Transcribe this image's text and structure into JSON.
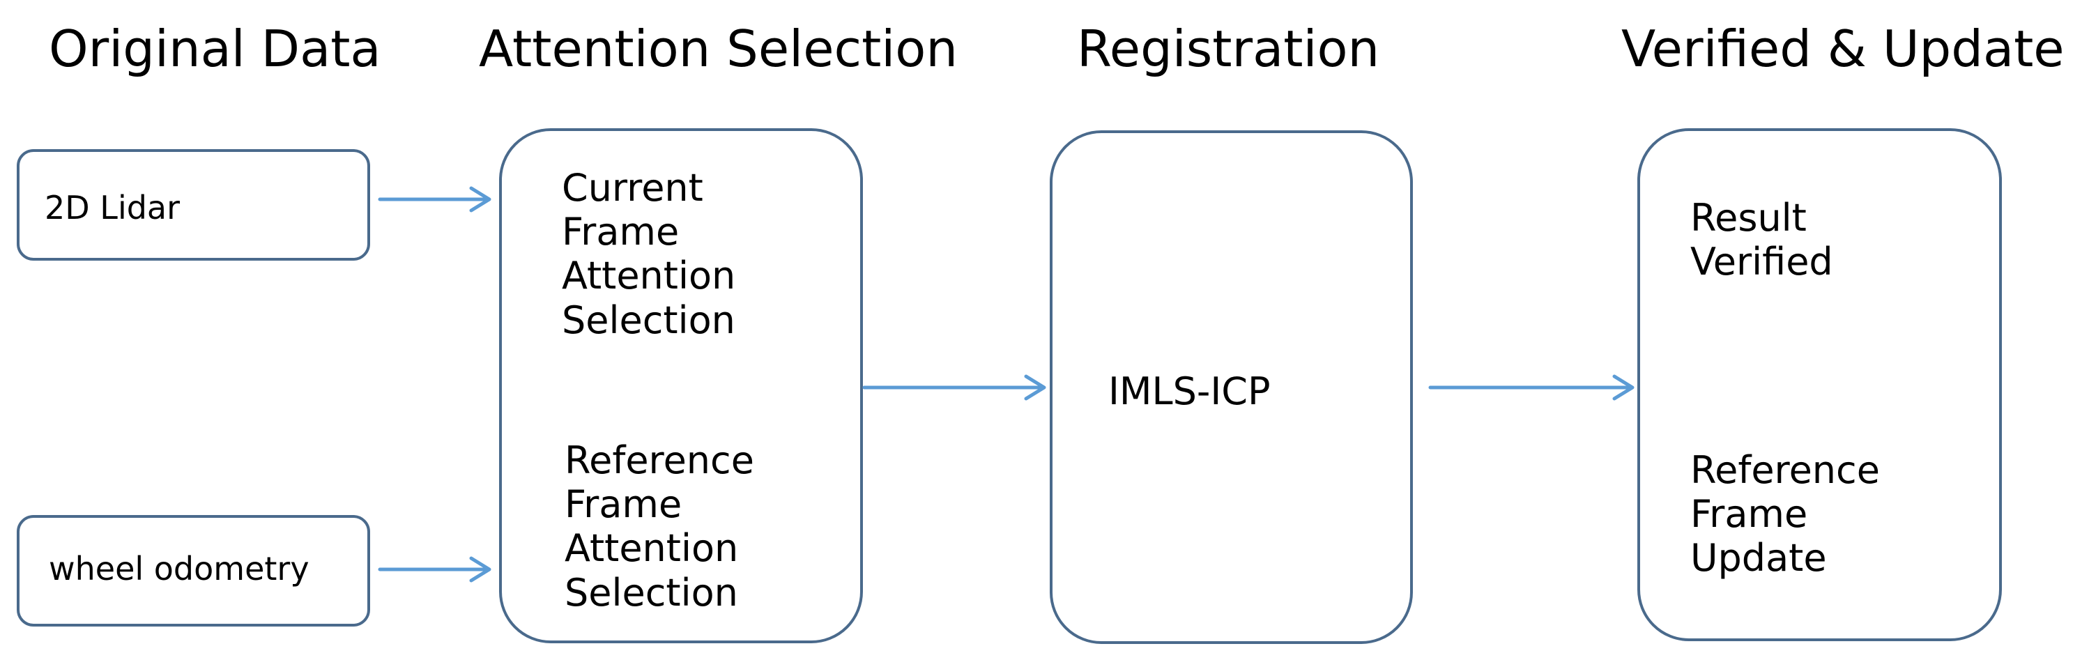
{
  "headings": {
    "original": "Original Data",
    "attention": "Attention Selection",
    "registration": "Registration",
    "verified": "Verified & Update"
  },
  "inputs": {
    "lidar": "2D Lidar",
    "odometry": "wheel odometry"
  },
  "attention_box": {
    "current": [
      "Current",
      "Frame",
      "Attention",
      "Selection"
    ],
    "reference": [
      "Reference",
      "Frame",
      "Attention",
      "Selection"
    ]
  },
  "registration_box": {
    "label": "IMLS-ICP"
  },
  "verified_box": {
    "result": [
      "Result",
      "Verified"
    ],
    "update": [
      "Reference",
      "Frame",
      "Update"
    ]
  },
  "colors": {
    "arrow": "#5b9bd5",
    "box_border": "#4a6a8c"
  }
}
